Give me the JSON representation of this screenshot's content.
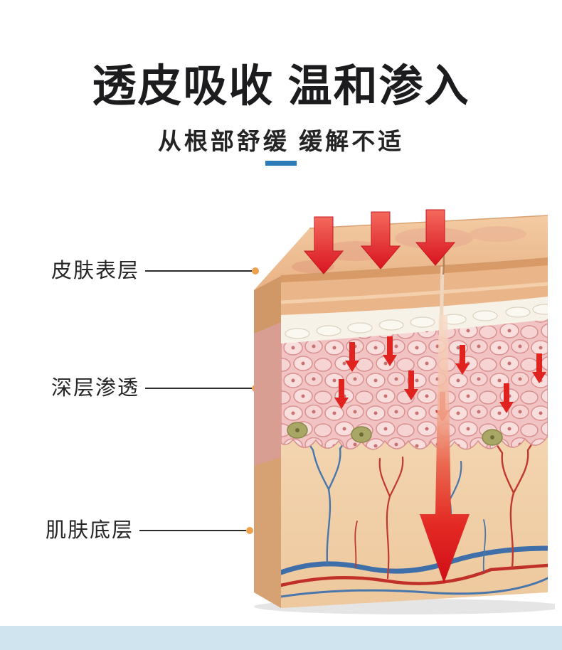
{
  "page": {
    "title": "透皮吸收 温和渗入",
    "subtitle": "从根部舒缓 缓解不适",
    "accent_color": "#2b7ab8",
    "footer_bar_color": "#cfe4ee",
    "background_color": "#ffffff"
  },
  "annotations": [
    {
      "text": "皮肤表层"
    },
    {
      "text": "深层渗透"
    },
    {
      "text": "肌肤底层"
    }
  ],
  "illustration": {
    "name": "skin-cross-section-diagram",
    "arrow_color": "#e0231f",
    "leader_dot_color": "#eda04e"
  }
}
